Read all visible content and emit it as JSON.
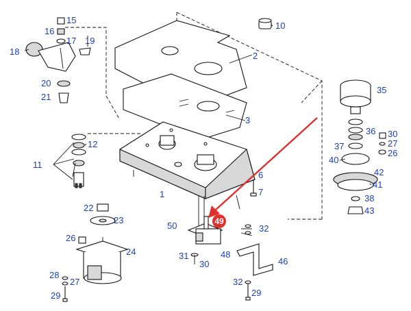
{
  "callouts": {
    "c1": "1",
    "c2": "2",
    "c3": "3",
    "c6": "6",
    "c7": "7",
    "c10": "10",
    "c11": "11",
    "c12": "12",
    "c15": "15",
    "c16": "16",
    "c17": "17",
    "c18": "18",
    "c19": "19",
    "c20": "20",
    "c21": "21",
    "c22": "22",
    "c23": "23",
    "c24": "24",
    "c26a": "26",
    "c26b": "26",
    "c27a": "27",
    "c27b": "27",
    "c28": "28",
    "c29a": "29",
    "c29b": "29",
    "c30a": "30",
    "c30b": "30",
    "c31": "31",
    "c32a": "32",
    "c32b": "32",
    "c35": "35",
    "c36": "36",
    "c37": "37",
    "c38": "38",
    "c40": "40",
    "c41": "41",
    "c42": "42",
    "c43": "43",
    "c46": "46",
    "c48": "48",
    "c50": "50"
  },
  "highlight": {
    "label": "49",
    "color": "#e0302b"
  },
  "colors": {
    "callout_text": "#1f3fb5",
    "linework": "#111111",
    "arrow": "#e0302b"
  }
}
